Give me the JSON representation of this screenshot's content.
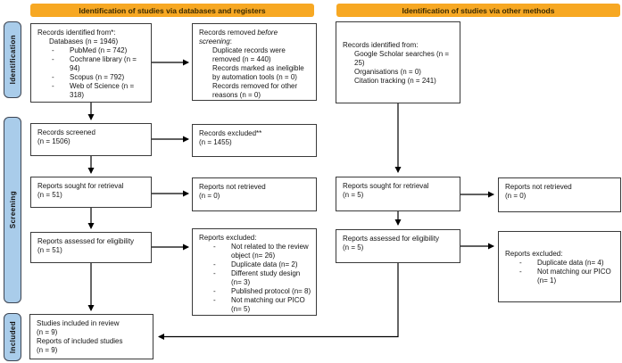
{
  "colors": {
    "banner_bg": "#f7a823",
    "banner_text": "#3a2a00",
    "sidebar_bg": "#a9ccea",
    "sidebar_border": "#3d4451",
    "box_border": "#3a3a3a",
    "arrow": "#000000"
  },
  "ui": {
    "dash": "-"
  },
  "banners": {
    "left": "Identification of studies via databases and registers",
    "right": "Identification of studies via other methods"
  },
  "sidebar": {
    "identification": "Identification",
    "screening": "Screening",
    "included": "Included"
  },
  "boxes": {
    "db_identified": {
      "title": "Records identified from*:",
      "subtitle": "Databases (n = 1946)",
      "items": [
        "PubMed (n = 742)",
        "Cochrane library (n = 94)",
        "Scopus (n = 792)",
        "Web of Science (n = 318)"
      ]
    },
    "removed": {
      "prefix": "Records removed ",
      "italic": "before screening",
      "colon": ":",
      "items": [
        "Duplicate records were removed (n = 440)",
        "Records marked as ineligible by automation tools (n = 0)",
        "Records removed for other reasons (n = 0)"
      ]
    },
    "other_identified": {
      "title": "Records identified from:",
      "items": [
        "Google Scholar searches (n = 25)",
        "Organisations (n = 0)",
        "Citation tracking (n = 241)"
      ]
    },
    "screened": {
      "line1": "Records screened",
      "line2": "(n = 1506)"
    },
    "excluded": {
      "line1": "Records excluded**",
      "line2": "(n = 1455)"
    },
    "sought_db": {
      "line1": "Reports sought for retrieval",
      "line2": "(n = 51)"
    },
    "not_retrieved_db": {
      "line1": "Reports not retrieved",
      "line2": "(n = 0)"
    },
    "assessed_db": {
      "line1": "Reports assessed for eligibility",
      "line2": "(n = 51)"
    },
    "excluded_db": {
      "title": "Reports excluded:",
      "items": [
        "Not related to the review object (n= 26)",
        "Duplicate data (n= 2)",
        "Different study design (n= 3)",
        "Published protocol (n= 8)",
        "Not matching our PICO (n= 5)"
      ]
    },
    "sought_other": {
      "line1": "Reports sought for retrieval",
      "line2": "(n = 5)"
    },
    "not_retrieved_other": {
      "line1": "Reports not retrieved",
      "line2": "(n = 0)"
    },
    "assessed_other": {
      "line1": "Reports assessed for eligibility",
      "line2": "(n = 5)"
    },
    "excluded_other": {
      "title": "Reports excluded:",
      "items": [
        "Duplicate data (n= 4)",
        "Not matching our PICO (n= 1)"
      ]
    },
    "included": {
      "line1": "Studies included in review",
      "line2": "(n = 9)",
      "line3": "Reports of included studies",
      "line4": "(n = 9)"
    }
  }
}
